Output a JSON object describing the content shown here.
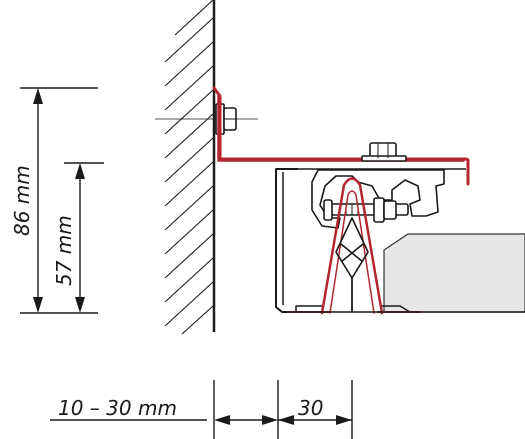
{
  "dimensions": {
    "total_height": "86 mm",
    "inner_height": "57 mm",
    "wall_gap": "10 – 30 mm",
    "rail_width": "30"
  },
  "colors": {
    "bracket": "#b3262e",
    "line": "#1a1a1a",
    "panel": "#e6e6e6"
  }
}
